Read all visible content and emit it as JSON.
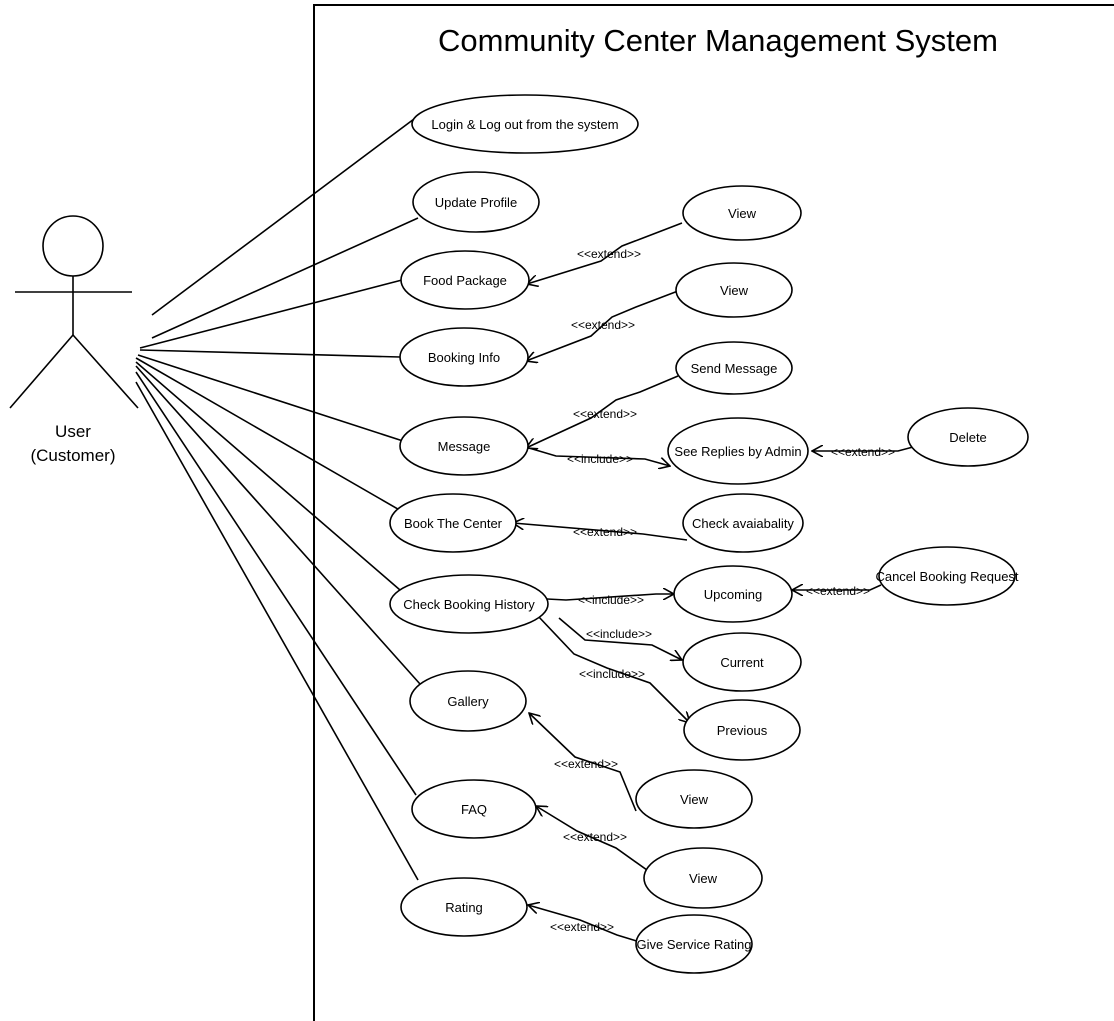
{
  "system": {
    "title": "Community Center Management System"
  },
  "actor": {
    "line1": "User",
    "line2": "(Customer)"
  },
  "use_cases": {
    "login": "Login & Log out from the system",
    "update_profile": "Update Profile",
    "food_package": "Food Package",
    "view_food": "View",
    "booking_info": "Booking Info",
    "view_booking": "View",
    "send_message": "Send Message",
    "message": "Message",
    "see_replies": "See Replies by Admin",
    "delete": "Delete",
    "book_center": "Book The Center",
    "check_availability": "Check avaiabality",
    "check_history": "Check Booking History",
    "upcoming": "Upcoming",
    "cancel_request": "Cancel Booking Request",
    "current": "Current",
    "previous": "Previous",
    "gallery": "Gallery",
    "view_gallery": "View",
    "faq": "FAQ",
    "view_faq": "View",
    "rating": "Rating",
    "give_rating": "Give Service Rating"
  },
  "relations": {
    "food_view": "<<extend>>",
    "booking_view": "<<extend>>",
    "send_message": "<<extend>>",
    "see_replies": "<<include>>",
    "delete": "<<extend>>",
    "availability": "<<extend>>",
    "upcoming": "<<include>>",
    "cancel": "<<extend>>",
    "current": "<<include>>",
    "previous": "<<include>>",
    "gallery_view": "<<extend>>",
    "faq_view": "<<extend>>",
    "rating": "<<extend>>"
  }
}
